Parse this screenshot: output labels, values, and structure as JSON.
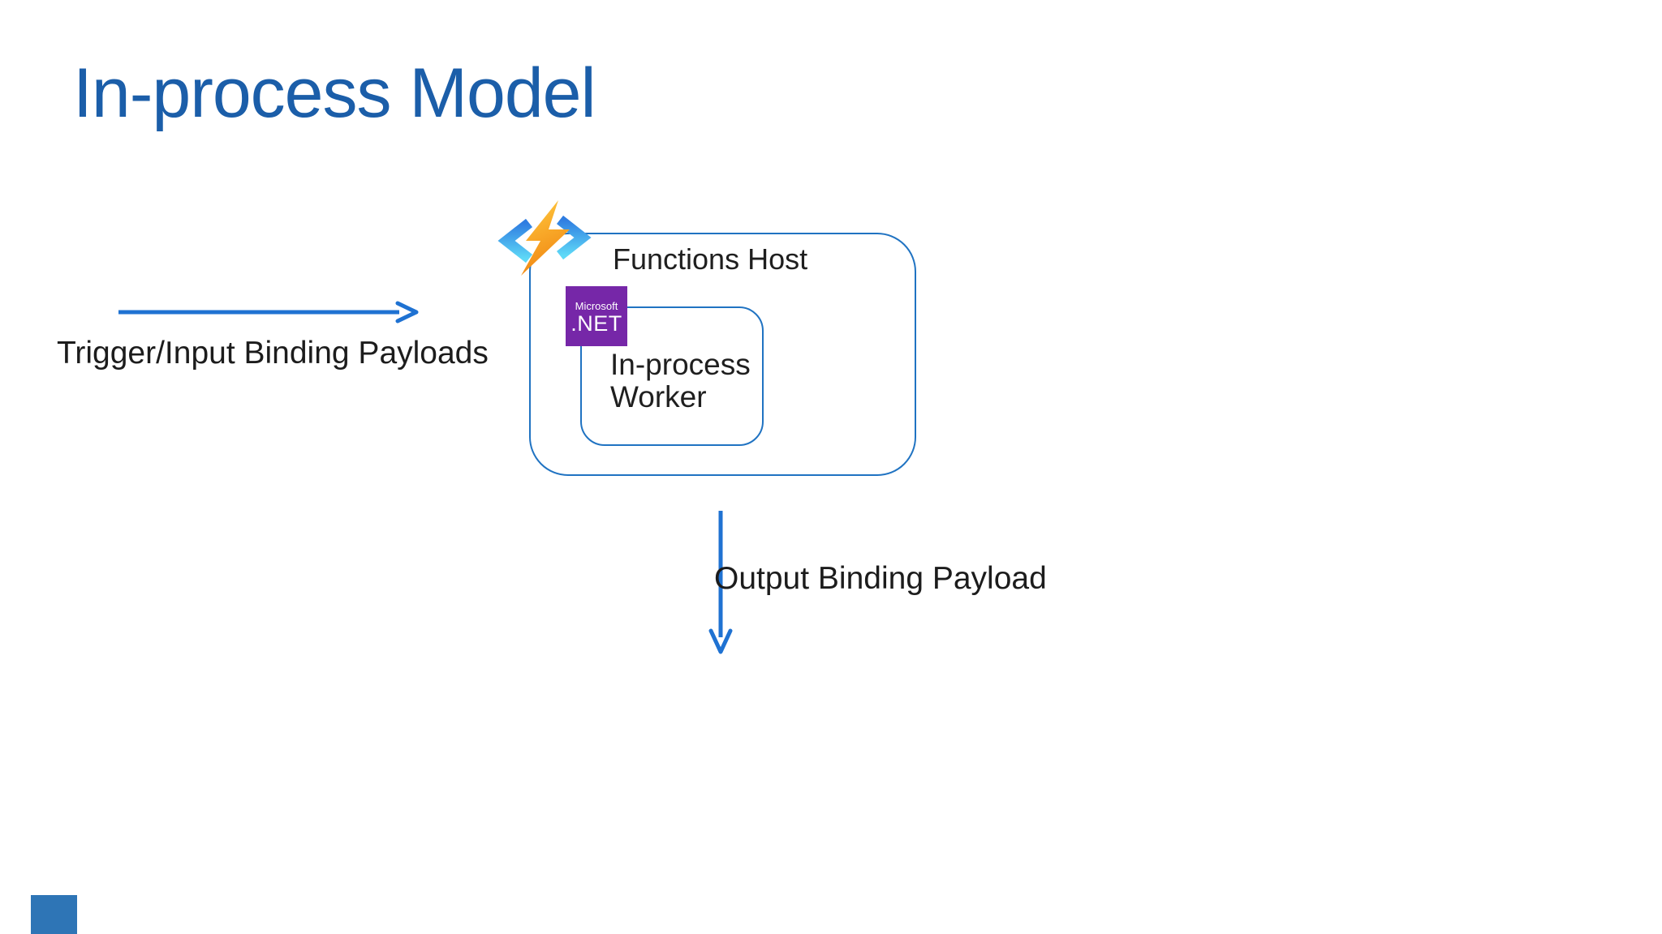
{
  "slide": {
    "title": "In-process Model"
  },
  "diagram": {
    "functions_host_label": "Functions Host",
    "worker_label": "In-process Worker",
    "input_arrow_label": "Trigger/Input Binding Payloads",
    "output_arrow_label": "Output Binding Payload",
    "dotnet_logo": {
      "brand": "Microsoft",
      "name": ".NET"
    }
  },
  "colors": {
    "title_blue": "#1b5ea9",
    "box_border_blue": "#2073c2",
    "arrow_blue": "#1f72d2",
    "dotnet_purple": "#7627a8",
    "accent_square_blue": "#2e75b6",
    "text_dark": "#1c1c1c",
    "bolt_orange_top": "#ffc83d",
    "bolt_orange_bottom": "#f08411",
    "bracket_blue_top": "#2f7de1",
    "bracket_blue_bottom": "#5fd9f7"
  }
}
